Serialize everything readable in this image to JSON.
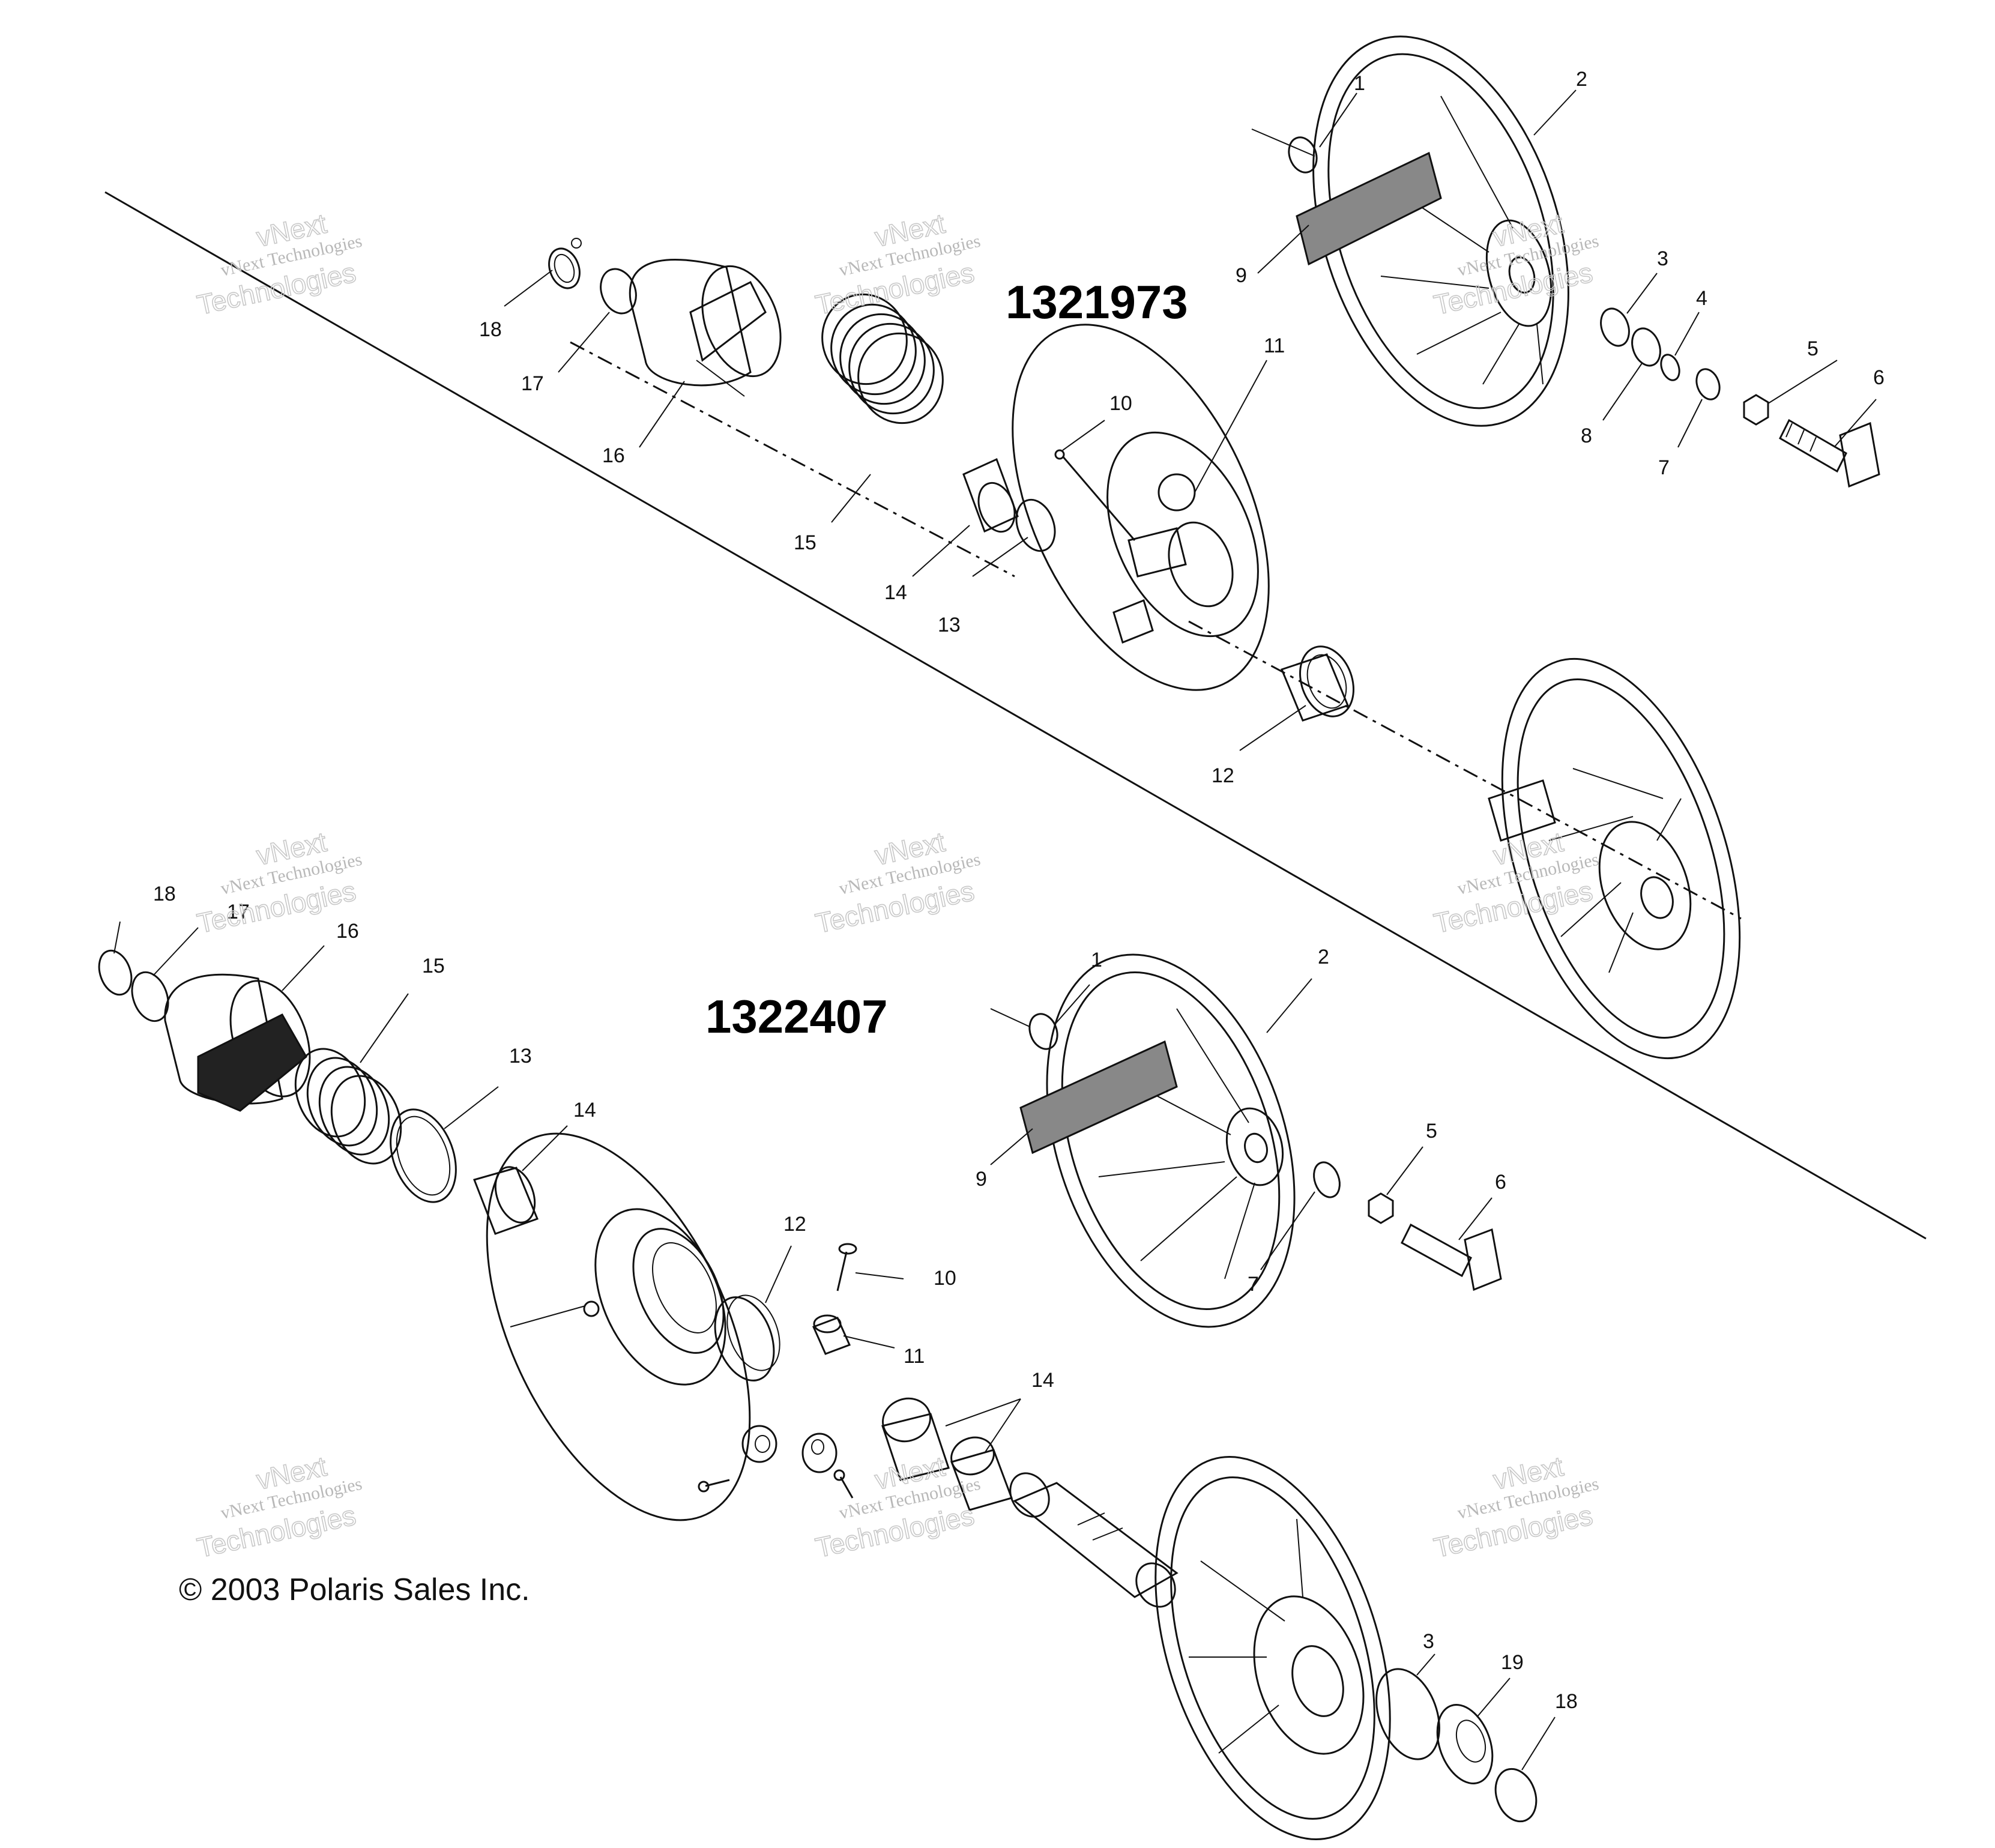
{
  "assemblies": [
    {
      "number": "1321973"
    },
    {
      "number": "1322407"
    }
  ],
  "copyright": "© 2003 Polaris Sales Inc.",
  "watermark": {
    "line1": "vNext Technologies",
    "line2_a": "vNext",
    "line2_b": "Technologies"
  },
  "callouts": [
    {
      "label": "1"
    },
    {
      "label": "2"
    },
    {
      "label": "3"
    },
    {
      "label": "4"
    },
    {
      "label": "5"
    },
    {
      "label": "6"
    },
    {
      "label": "7"
    },
    {
      "label": "8"
    },
    {
      "label": "9"
    },
    {
      "label": "10"
    },
    {
      "label": "11"
    },
    {
      "label": "12"
    },
    {
      "label": "13"
    },
    {
      "label": "14"
    },
    {
      "label": "15"
    },
    {
      "label": "16"
    },
    {
      "label": "17"
    },
    {
      "label": "18"
    },
    {
      "label": "18"
    },
    {
      "label": "17"
    },
    {
      "label": "16"
    },
    {
      "label": "15"
    },
    {
      "label": "13"
    },
    {
      "label": "14"
    },
    {
      "label": "12"
    },
    {
      "label": "10"
    },
    {
      "label": "11"
    },
    {
      "label": "14"
    },
    {
      "label": "1"
    },
    {
      "label": "2"
    },
    {
      "label": "5"
    },
    {
      "label": "6"
    },
    {
      "label": "7"
    },
    {
      "label": "9"
    },
    {
      "label": "3"
    },
    {
      "label": "19"
    },
    {
      "label": "18"
    }
  ]
}
